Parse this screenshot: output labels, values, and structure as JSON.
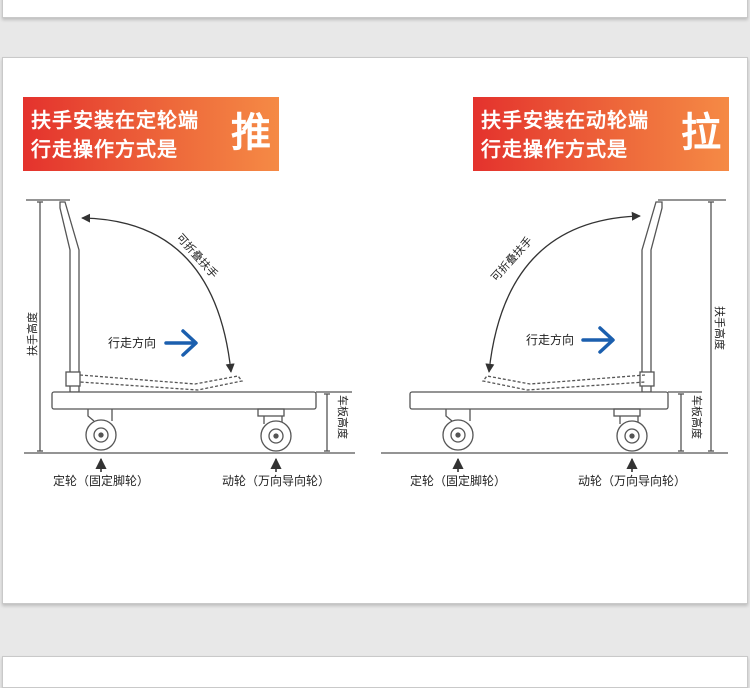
{
  "left_panel": {
    "banner_line1": "扶手安装在定轮端",
    "banner_line2": "行走操作方式是",
    "banner_big": "推",
    "foldable_label": "可折叠扶手",
    "direction_label": "行走方向",
    "handle_height_label": "扶手高度",
    "deck_height_label": "车板高度",
    "fixed_wheel_label": "定轮（固定脚轮）",
    "swivel_wheel_label": "动轮（万向导向轮）"
  },
  "right_panel": {
    "banner_line1": "扶手安装在动轮端",
    "banner_line2": "行走操作方式是",
    "banner_big": "拉",
    "foldable_label": "可折叠扶手",
    "direction_label": "行走方向",
    "handle_height_label": "扶手高度",
    "deck_height_label": "车板高度",
    "fixed_wheel_label": "定轮（固定脚轮）",
    "swivel_wheel_label": "动轮（万向导向轮）"
  },
  "colors": {
    "banner_start": "#e4322d",
    "banner_end": "#f58a45",
    "arrow_blue": "#1b5fae",
    "line": "#555555"
  }
}
